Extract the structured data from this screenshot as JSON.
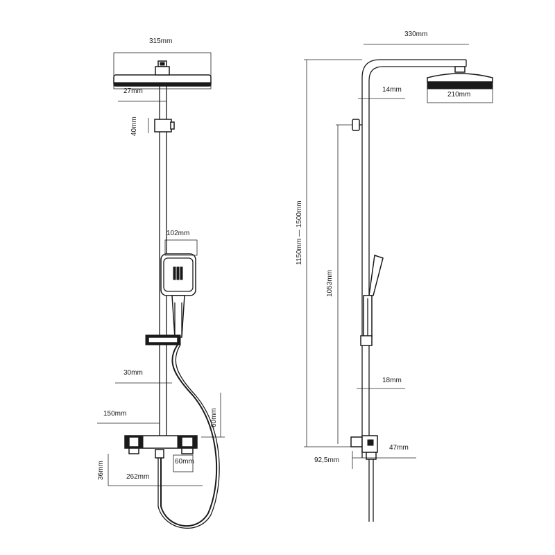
{
  "front_view": {
    "head_width": "315mm",
    "arm_offset": "27mm",
    "bracket_height": "40mm",
    "handshower_width": "102mm",
    "holder_offset": "30mm",
    "valve_depth": "150mm",
    "valve_height": "60mm",
    "outlet_height": "36mm",
    "valve_width": "262mm",
    "outlet_width": "60mm"
  },
  "side_view": {
    "reach": "330mm",
    "rail_gap": "14mm",
    "head_diameter": "210mm",
    "height_range": "1150mm — 1500mm",
    "rail_length": "1053mm",
    "holder_offset": "18mm",
    "wall_offset": "92,5mm",
    "valve_depth": "47mm"
  }
}
